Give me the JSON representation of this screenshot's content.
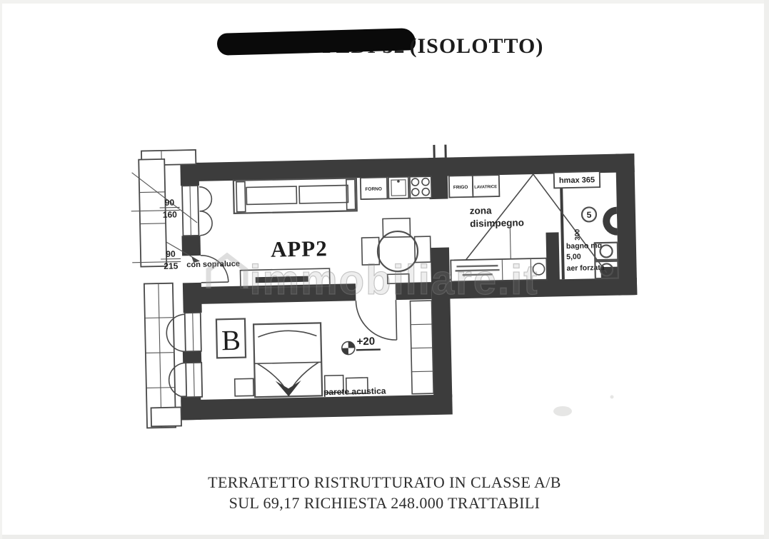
{
  "page": {
    "title": {
      "redacted_text": "VIA PIO FEDI 32",
      "visible_suffix": "(ISOLOTTO)"
    },
    "caption_line1": "TERRATETTO RISTRUTTURATO IN CLASSE A/B",
    "caption_line2": "SUL 69,17 RICHIESTA 248.000 TRATTABILI"
  },
  "plan": {
    "apartment_label": "APP2",
    "bedroom_label": "B",
    "level_marker": "+20",
    "hall_label_line1": "zona",
    "hall_label_line2": "disimpegno",
    "hmax_label": "hmax 365",
    "bath_number": "5",
    "bath_height": "300",
    "bath_text_line1": "bagno mq",
    "bath_text_line2": "5,00",
    "bath_text_line3": "aer forzata",
    "acoustic_wall_label": "parete acustica",
    "window_dim_num": "90",
    "window_dim_den": "160",
    "door_dim_num": "90",
    "door_dim_den": "215",
    "door_dim_note": "con sopraluce",
    "kitchen_oven_label": "FORNO",
    "kitchen_fridge_label": "FRIGO",
    "kitchen_washer_label": "LAVATRICE",
    "watermark": "immobiliare.it"
  }
}
